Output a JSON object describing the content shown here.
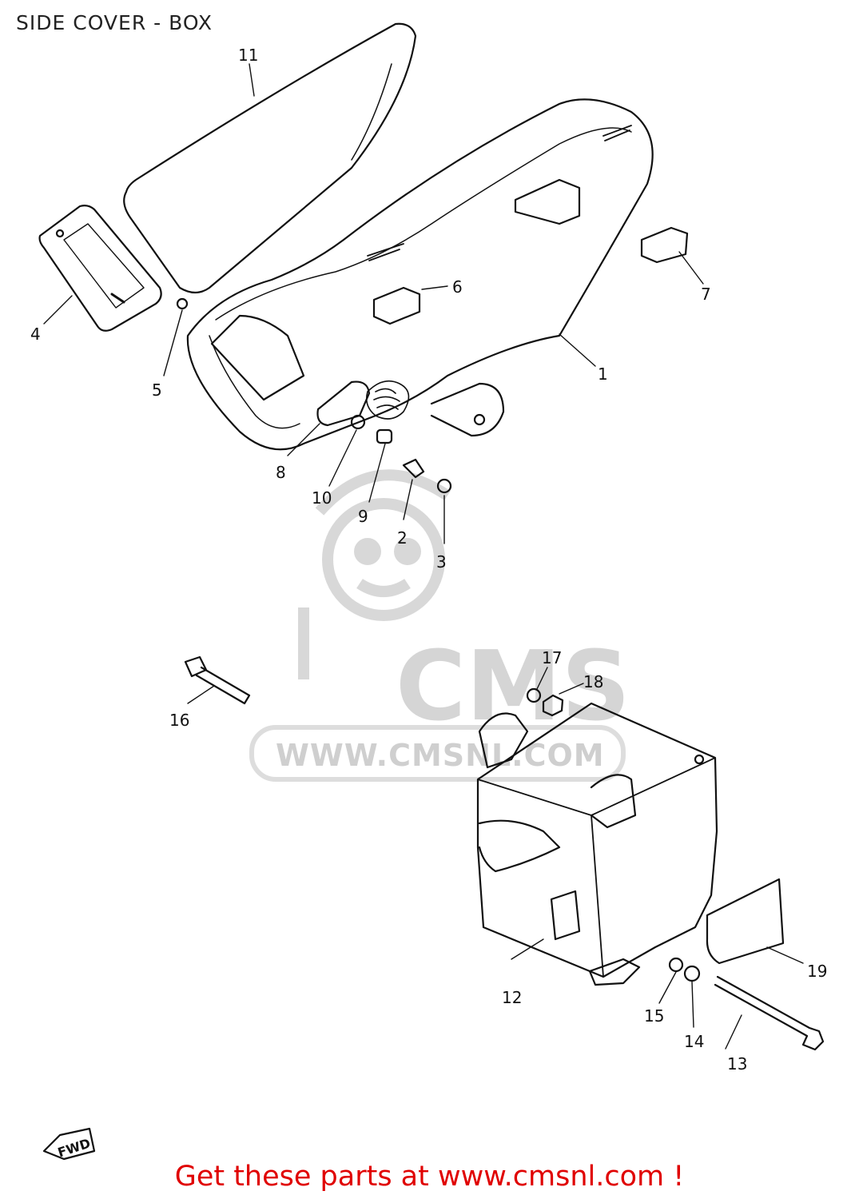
{
  "title": "SIDE COVER - BOX",
  "footer": {
    "text": "Get these parts at www.cmsnl.com !",
    "color": "#e00000"
  },
  "watermark": {
    "word": "CMS",
    "url": "WWW.CMSNL.COM"
  },
  "fwd_label": "FWD",
  "parts": [
    {
      "id": "1",
      "label": "1"
    },
    {
      "id": "2",
      "label": "2"
    },
    {
      "id": "3",
      "label": "3"
    },
    {
      "id": "4",
      "label": "4"
    },
    {
      "id": "5",
      "label": "5"
    },
    {
      "id": "6",
      "label": "6"
    },
    {
      "id": "7",
      "label": "7"
    },
    {
      "id": "8",
      "label": "8"
    },
    {
      "id": "9",
      "label": "9"
    },
    {
      "id": "10",
      "label": "10"
    },
    {
      "id": "11",
      "label": "11"
    },
    {
      "id": "12",
      "label": "12"
    },
    {
      "id": "13",
      "label": "13"
    },
    {
      "id": "14",
      "label": "14"
    },
    {
      "id": "15",
      "label": "15"
    },
    {
      "id": "16",
      "label": "16"
    },
    {
      "id": "17",
      "label": "17"
    },
    {
      "id": "18",
      "label": "18"
    },
    {
      "id": "19",
      "label": "19"
    }
  ]
}
